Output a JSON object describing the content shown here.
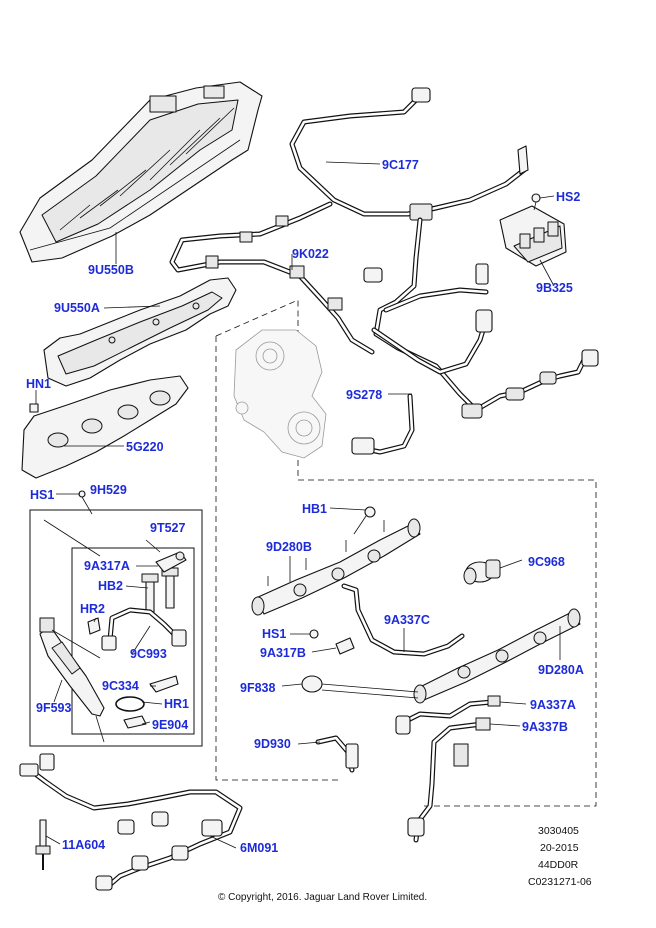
{
  "labels": {
    "9U550B": "9U550B",
    "9U550A": "9U550A",
    "HN1": "HN1",
    "5G220": "5G220",
    "HS1_top": "HS1",
    "9H529": "9H529",
    "9T527": "9T527",
    "9A317A": "9A317A",
    "HB2": "HB2",
    "HR2": "HR2",
    "9C993": "9C993",
    "9C334": "9C334",
    "HR1": "HR1",
    "9E904": "9E904",
    "9F593": "9F593",
    "11A604": "11A604",
    "6M091": "6M091",
    "9C177": "9C177",
    "HS2": "HS2",
    "9B325": "9B325",
    "9K022": "9K022",
    "9S278": "9S278",
    "HB1": "HB1",
    "9D280B": "9D280B",
    "9C968": "9C968",
    "HS1_mid": "HS1",
    "9A337C": "9A337C",
    "9A317B": "9A317B",
    "9D280A": "9D280A",
    "9F838": "9F838",
    "9A337A": "9A337A",
    "9D930": "9D930",
    "9A337B": "9A337B"
  },
  "info": {
    "line1": "3030405",
    "line2": "20-2015",
    "line3": "44DD0R",
    "line4": "C0231271-06"
  },
  "copyright": "© Copyright, 2016. Jaguar Land Rover Limited.",
  "colors": {
    "label": "#1d2bd9",
    "line": "#111111",
    "background": "#ffffff"
  }
}
